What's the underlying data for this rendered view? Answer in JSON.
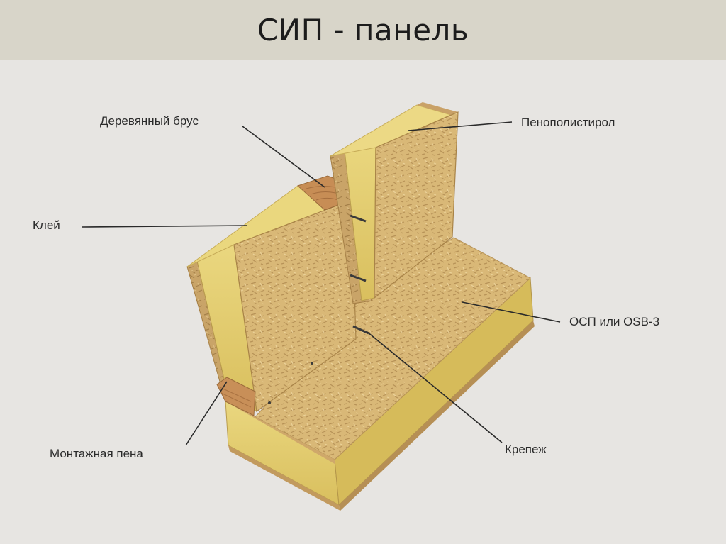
{
  "title": "СИП - панель",
  "labels": {
    "wood_beam": "Деревянный брус",
    "eps": "Пенополистирол",
    "glue": "Клей",
    "osb": "ОСП или OSB-3",
    "mounting_foam": "Монтажная пена",
    "fastener": "Крепеж"
  },
  "colors": {
    "osb": "#d8b678",
    "foam": "#e6d27e",
    "wood": "#c98f55",
    "leader": "#2a2a2a"
  }
}
